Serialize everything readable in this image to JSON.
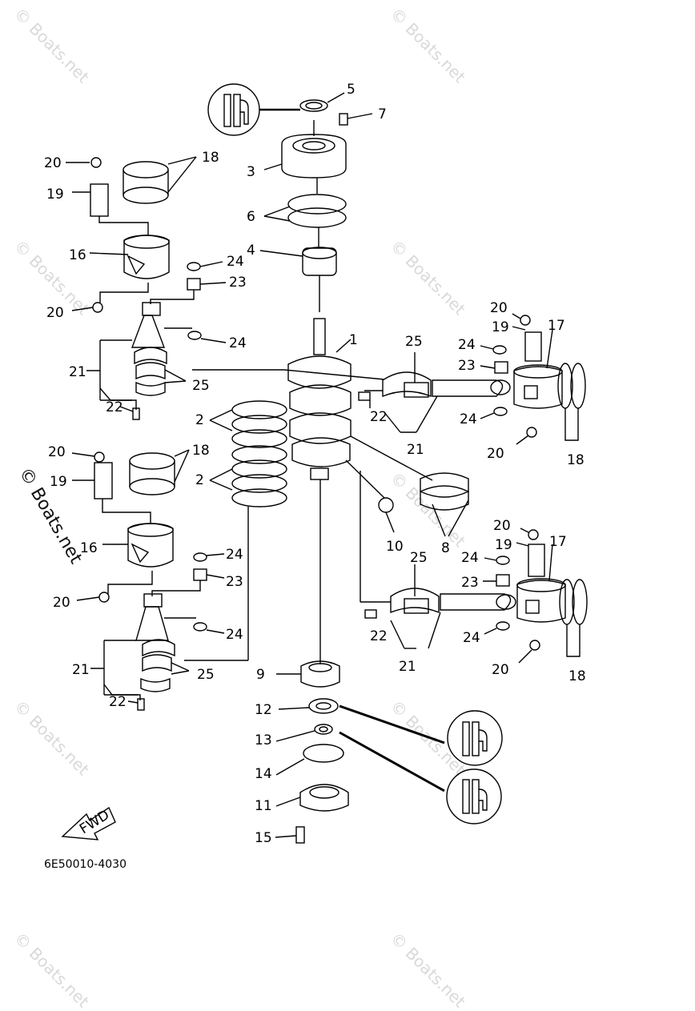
{
  "watermarks": {
    "text": "© Boats.net",
    "bold_text": "© Boats.net"
  },
  "diagram_code": "6E50010-4030",
  "fwd_label": "FWD",
  "labels": [
    {
      "id": "l-5",
      "text": "5"
    },
    {
      "id": "l-7",
      "text": "7"
    },
    {
      "id": "l-3",
      "text": "3"
    },
    {
      "id": "l-6",
      "text": "6"
    },
    {
      "id": "l-4",
      "text": "4"
    },
    {
      "id": "l-1",
      "text": "1"
    },
    {
      "id": "l-2a",
      "text": "2"
    },
    {
      "id": "l-2b",
      "text": "2"
    },
    {
      "id": "l-20a",
      "text": "20"
    },
    {
      "id": "l-18a",
      "text": "18"
    },
    {
      "id": "l-19a",
      "text": "19"
    },
    {
      "id": "l-16a",
      "text": "16"
    },
    {
      "id": "l-24a",
      "text": "24"
    },
    {
      "id": "l-23a",
      "text": "23"
    },
    {
      "id": "l-20b",
      "text": "20"
    },
    {
      "id": "l-24b",
      "text": "24"
    },
    {
      "id": "l-21a",
      "text": "21"
    },
    {
      "id": "l-25a",
      "text": "25"
    },
    {
      "id": "l-22a",
      "text": "22"
    },
    {
      "id": "l-20c",
      "text": "20"
    },
    {
      "id": "l-18b",
      "text": "18"
    },
    {
      "id": "l-19b",
      "text": "19"
    },
    {
      "id": "l-16b",
      "text": "16"
    },
    {
      "id": "l-24c",
      "text": "24"
    },
    {
      "id": "l-23b",
      "text": "23"
    },
    {
      "id": "l-20d",
      "text": "20"
    },
    {
      "id": "l-24d",
      "text": "24"
    },
    {
      "id": "l-21b",
      "text": "21"
    },
    {
      "id": "l-25b",
      "text": "25"
    },
    {
      "id": "l-22b",
      "text": "22"
    },
    {
      "id": "l-25c",
      "text": "25"
    },
    {
      "id": "l-24e",
      "text": "24"
    },
    {
      "id": "l-23c",
      "text": "23"
    },
    {
      "id": "l-22c",
      "text": "22"
    },
    {
      "id": "l-24f",
      "text": "24"
    },
    {
      "id": "l-21c",
      "text": "21"
    },
    {
      "id": "l-20e",
      "text": "20"
    },
    {
      "id": "l-19c",
      "text": "19"
    },
    {
      "id": "l-17a",
      "text": "17"
    },
    {
      "id": "l-20f",
      "text": "20"
    },
    {
      "id": "l-18c",
      "text": "18"
    },
    {
      "id": "l-10",
      "text": "10"
    },
    {
      "id": "l-8",
      "text": "8"
    },
    {
      "id": "l-20g",
      "text": "20"
    },
    {
      "id": "l-19d",
      "text": "19"
    },
    {
      "id": "l-17b",
      "text": "17"
    },
    {
      "id": "l-25d",
      "text": "25"
    },
    {
      "id": "l-24g",
      "text": "24"
    },
    {
      "id": "l-23d",
      "text": "23"
    },
    {
      "id": "l-22d",
      "text": "22"
    },
    {
      "id": "l-24h",
      "text": "24"
    },
    {
      "id": "l-21d",
      "text": "21"
    },
    {
      "id": "l-20h",
      "text": "20"
    },
    {
      "id": "l-18d",
      "text": "18"
    },
    {
      "id": "l-9",
      "text": "9"
    },
    {
      "id": "l-12",
      "text": "12"
    },
    {
      "id": "l-13",
      "text": "13"
    },
    {
      "id": "l-14",
      "text": "14"
    },
    {
      "id": "l-11",
      "text": "11"
    },
    {
      "id": "l-15",
      "text": "15"
    }
  ]
}
